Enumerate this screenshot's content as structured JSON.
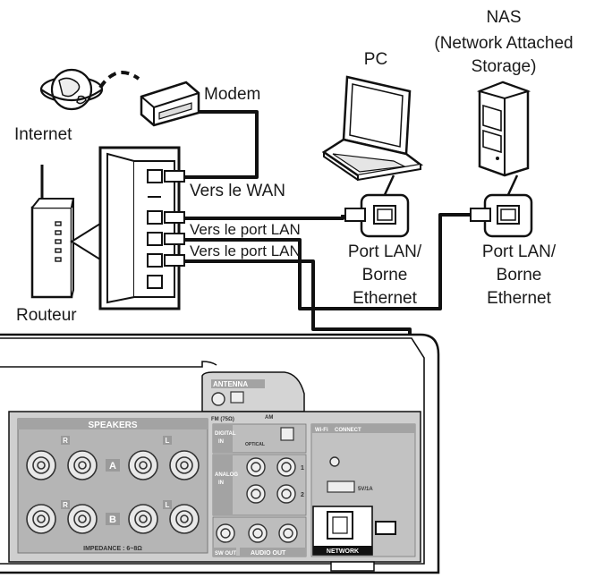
{
  "labels": {
    "nas_line1": "NAS",
    "nas_line2": "(Network Attached",
    "nas_line3": "Storage)",
    "pc": "PC",
    "modem": "Modem",
    "internet": "Internet",
    "vers_wan": "Vers le WAN",
    "vers_lan_1": "Vers le port LAN",
    "vers_lan_2": "Vers le port LAN",
    "routeur": "Routeur",
    "port_pc_line1": "Port LAN/",
    "port_pc_line2": "Borne",
    "port_pc_line3": "Ethernet",
    "port_nas_line1": "Port LAN/",
    "port_nas_line2": "Borne",
    "port_nas_line3": "Ethernet"
  },
  "panel": {
    "antenna": "ANTENNA",
    "fm": "FM (75Ω)",
    "am": "AM",
    "speakers": "SPEAKERS",
    "impedance": "IMPEDANCE : 6~8Ω",
    "digital_in": "DIGITAL",
    "digital_in2": "IN",
    "optical": "OPTICAL",
    "analog_in": "ANALOG",
    "analog_in2": "IN",
    "wifi": "Wi-Fi",
    "connect": "CONNECT",
    "usb": "5V/1A",
    "sw_out": "SW OUT",
    "audio_out": "AUDIO OUT",
    "network": "NETWORK",
    "ch_a": "A",
    "ch_b": "B",
    "r": "R",
    "l": "L",
    "one": "1",
    "two": "2"
  },
  "colors": {
    "panel_bg": "#c9c9c9",
    "panel_section": "#a9a9a9",
    "line": "#111111"
  }
}
